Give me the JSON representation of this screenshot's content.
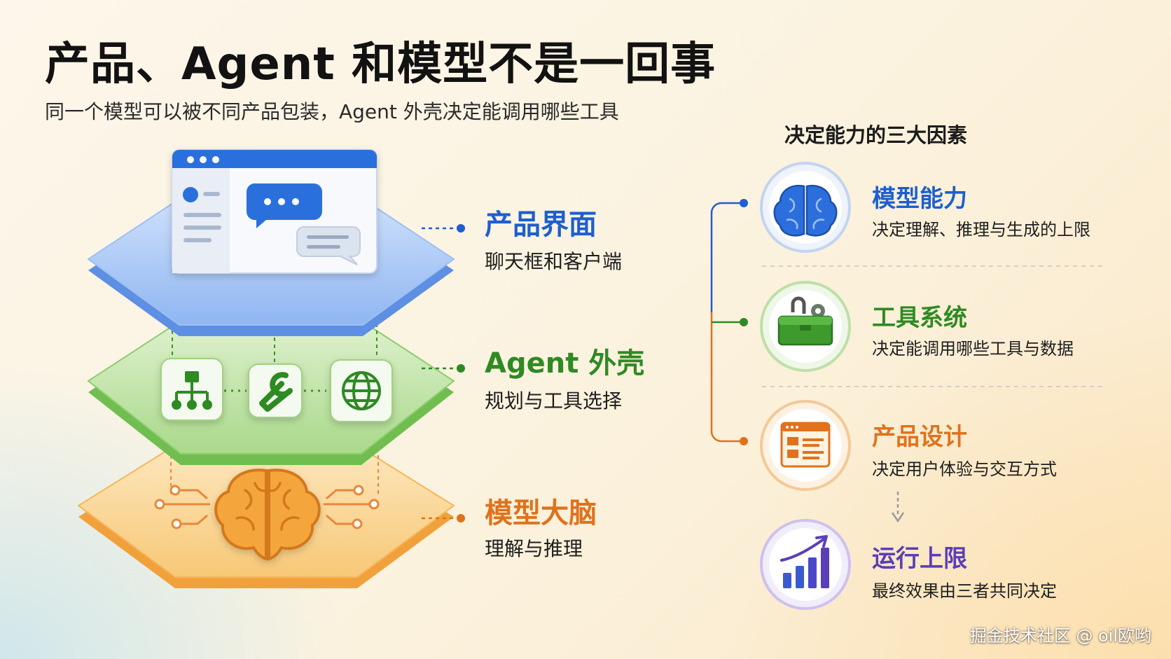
{
  "title": "产品、Agent 和模型不是一回事",
  "subtitle": "同一个模型可以被不同产品包装，Agent 外壳决定能调用哪些工具",
  "layers": [
    {
      "title": "产品界面",
      "desc": "聊天框和客户端",
      "color": "#1d5fcf"
    },
    {
      "title": "Agent 外壳",
      "desc": "规划与工具选择",
      "color": "#2f8a23"
    },
    {
      "title": "模型大脑",
      "desc": "理解与推理",
      "color": "#e0721c"
    }
  ],
  "factors_heading": "决定能力的三大因素",
  "factors": [
    {
      "title": "模型能力",
      "desc": "决定理解、推理与生成的上限",
      "color": "#1d5fcf",
      "icon": "brain-icon"
    },
    {
      "title": "工具系统",
      "desc": "决定能调用哪些工具与数据",
      "color": "#2f8a23",
      "icon": "toolbox-icon"
    },
    {
      "title": "产品设计",
      "desc": "决定用户体验与交互方式",
      "color": "#e0721c",
      "icon": "layout-icon"
    },
    {
      "title": "运行上限",
      "desc": "最终效果由三者共同决定",
      "color": "#5a3fb8",
      "icon": "bar-chart-icon"
    }
  ],
  "watermark": "掘金技术社区 @ oil欧哟"
}
